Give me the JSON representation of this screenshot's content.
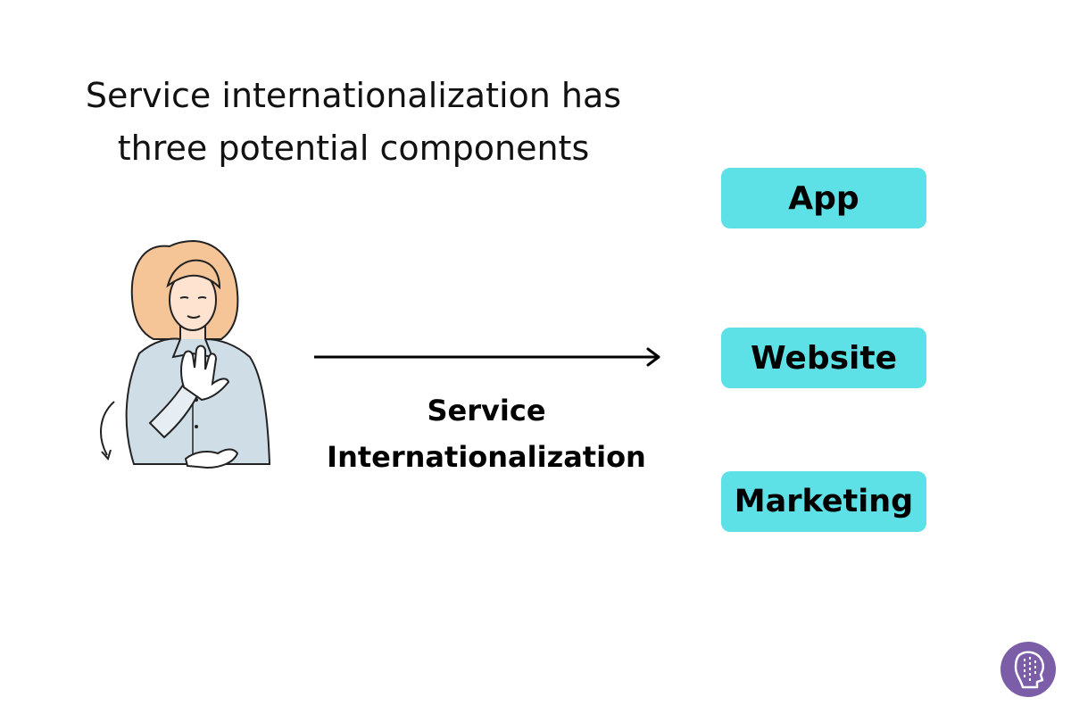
{
  "heading": {
    "line1": "Service internationalization has",
    "line2": "three potential components"
  },
  "arrow_label": {
    "line1": "Service",
    "line2": "Internationalization"
  },
  "components": [
    {
      "label": "App"
    },
    {
      "label": "Website"
    },
    {
      "label": "Marketing"
    }
  ],
  "colors": {
    "pill_fill": "#5ee1e6",
    "text": "#111111",
    "logo_fill": "#7b5ea7",
    "hair": "#f5c597",
    "skin": "#fde3d0",
    "shirt": "#cfdde6"
  },
  "icons": {
    "illustration": "person-signing-icon",
    "arrow": "right-arrow-icon",
    "logo": "profile-brain-logo-icon"
  }
}
